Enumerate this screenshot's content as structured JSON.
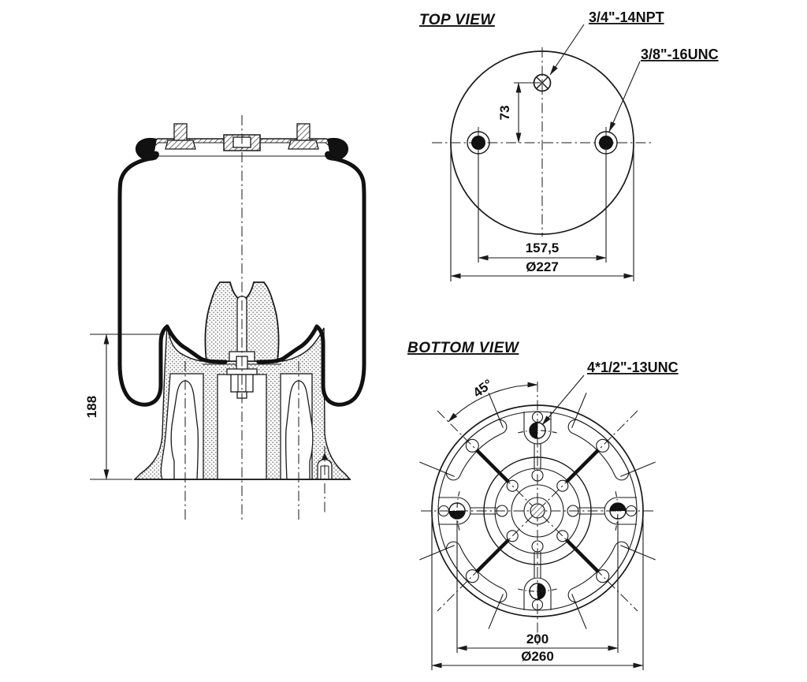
{
  "side_view": {
    "height_dim": "188"
  },
  "top_view": {
    "title": "TOP VIEW",
    "port_label": "3/4\"-14NPT",
    "stud_label": "3/8\"-16UNC",
    "offset_dim": "73",
    "bolt_spacing_dim": "157,5",
    "diameter_dim": "Ø227"
  },
  "bottom_view": {
    "title": "BOTTOM VIEW",
    "bolt_label": "4*1/2\"-13UNC",
    "angle_dim": "45°",
    "bolt_circle_dim": "200",
    "diameter_dim": "Ø260"
  },
  "colors": {
    "line": "#1a1a1a",
    "dim_text": "#1d2f50",
    "label_text": "#0f0f0f",
    "background": "#ffffff"
  }
}
